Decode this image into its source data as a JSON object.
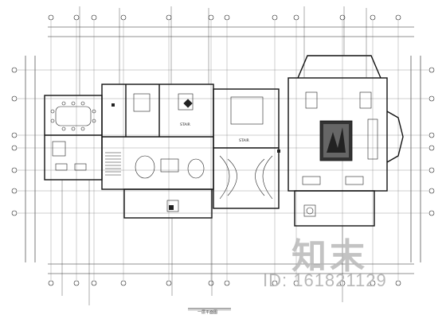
{
  "drawing": {
    "caption": "一层平面图",
    "room_labels": [
      "STAIR",
      "STAIR"
    ]
  },
  "watermark": {
    "logo_text": "知末",
    "id_text": "ID: 161821129"
  },
  "colors": {
    "line": "#222222",
    "thin_line": "#555555",
    "watermark": "#b9b9b9",
    "fill_dark": "#333333"
  },
  "icons": [
    "grid-bubble-icon",
    "stair-icon",
    "table-icon",
    "painting-icon"
  ]
}
